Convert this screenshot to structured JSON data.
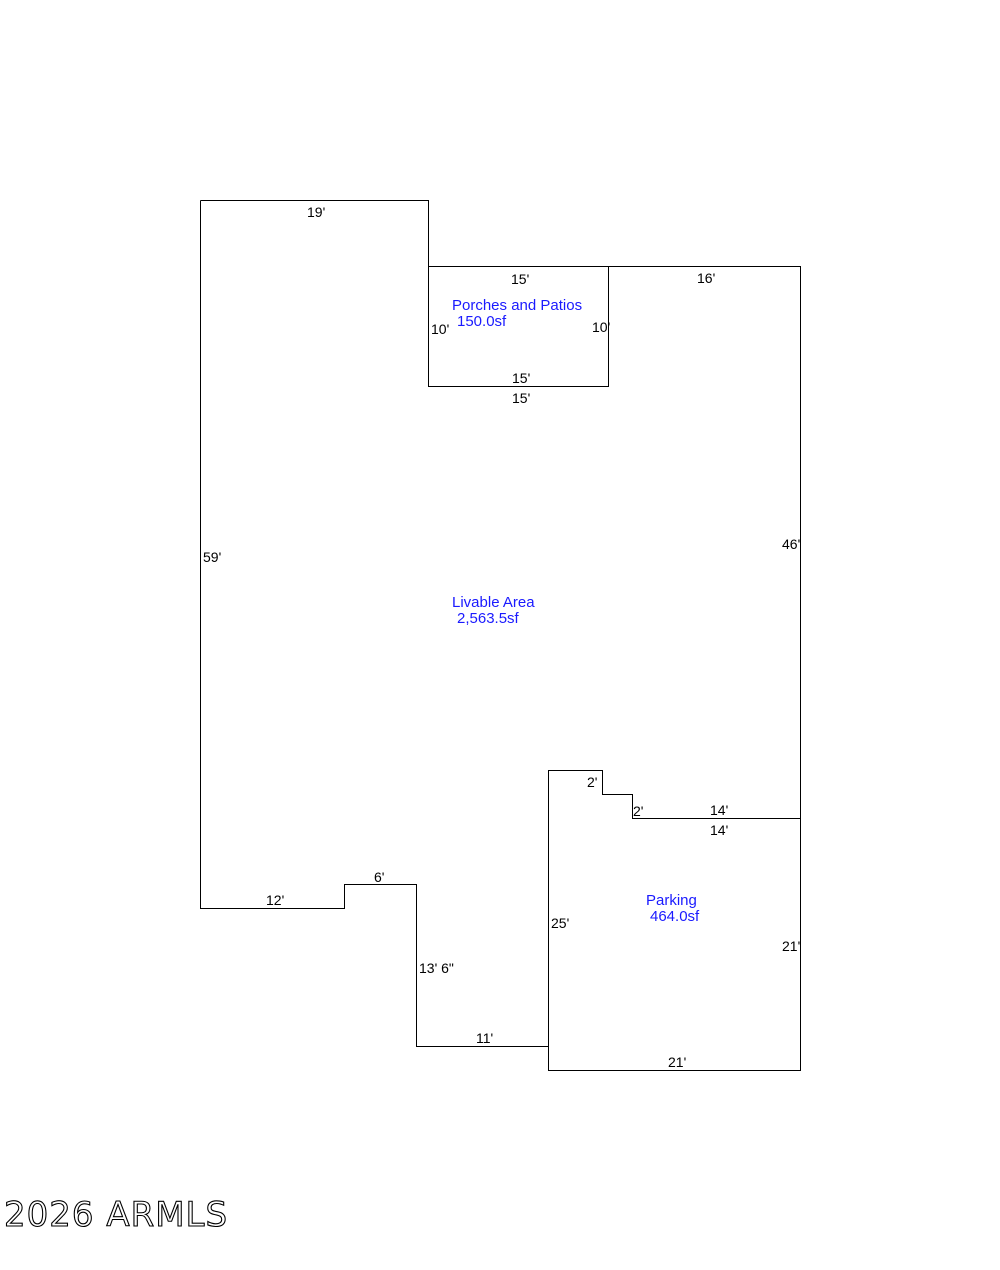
{
  "colors": {
    "line": "#000000",
    "area_text": "#1a1aff",
    "background": "#ffffff"
  },
  "areas": [
    {
      "id": "porches",
      "name": "Porches and Patios",
      "size": "150.0sf"
    },
    {
      "id": "livable",
      "name": "Livable Area",
      "size": "2,563.5sf"
    },
    {
      "id": "parking",
      "name": "Parking",
      "size": "464.0sf"
    }
  ],
  "dimensions": {
    "main_top": "19'",
    "porch_top": "15'",
    "right_top": "16'",
    "porch_left": "10'",
    "porch_right": "10'",
    "porch_bottom_inside": "15'",
    "porch_bottom_outside": "15'",
    "left_side": "59'",
    "right_side": "46'",
    "notch_top": "2'",
    "notch_side": "2'",
    "parking_top_inside": "14'",
    "parking_top_outside": "14'",
    "step_top": "6'",
    "bottom_left": "12'",
    "step_side": "13' 6\"",
    "bottom_mid": "11'",
    "parking_left": "25'",
    "parking_right": "21'",
    "parking_bottom": "21'"
  },
  "watermark": "2026 ARMLS"
}
